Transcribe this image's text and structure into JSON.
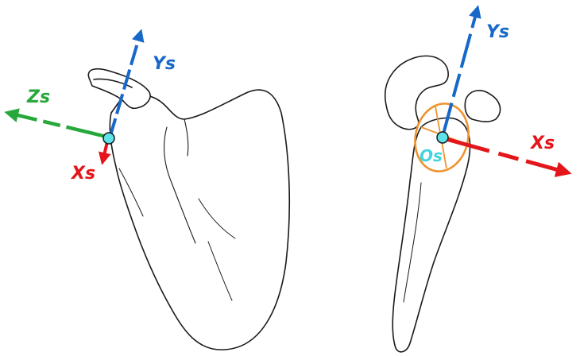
{
  "colors": {
    "x_axis": "#e3161b",
    "y_axis": "#1768c8",
    "z_axis": "#27a83a",
    "origin_fill": "#5fe3ea",
    "glenoid_outline": "#ef9330",
    "origin_label": "#41d4de",
    "bone_outline": "#1a1a1a"
  },
  "left_view": {
    "ys_label": "Ys",
    "zs_label": "Zs",
    "xs_label": "Xs"
  },
  "right_view": {
    "ys_label": "Ys",
    "xs_label": "Xs",
    "os_label": "Os"
  }
}
